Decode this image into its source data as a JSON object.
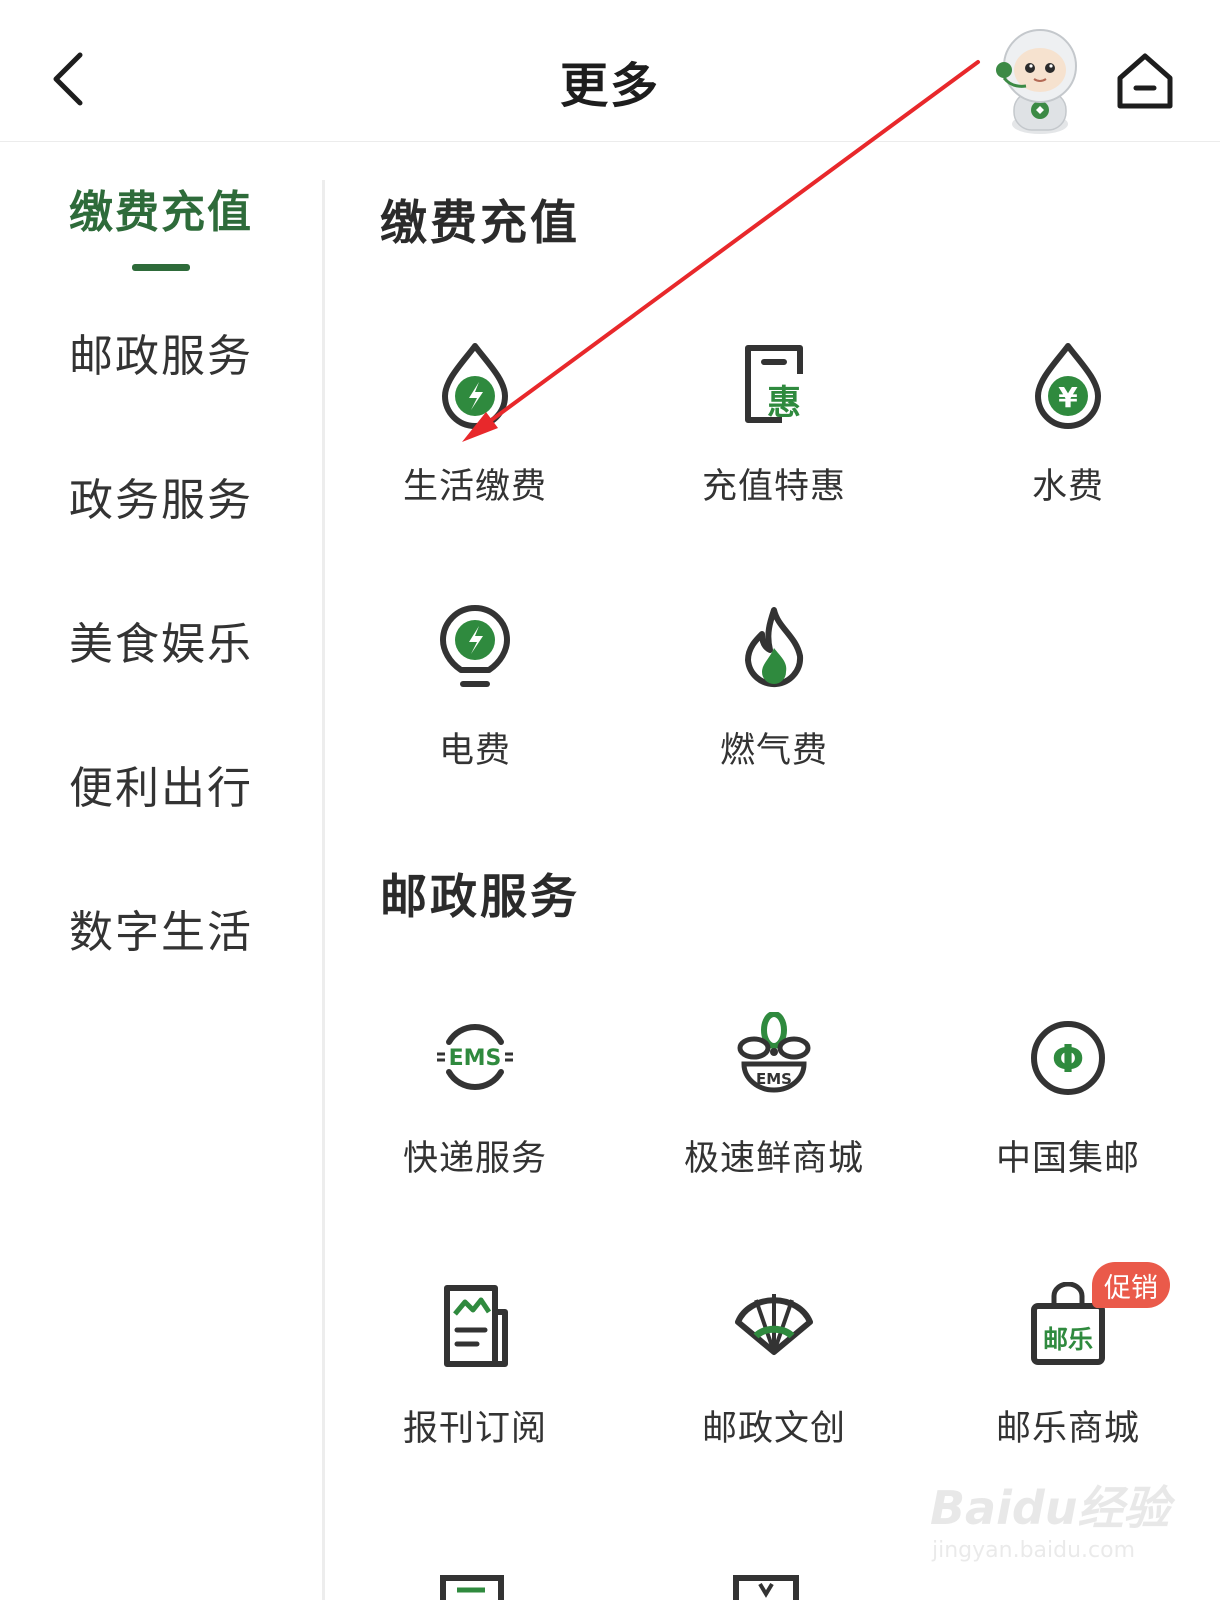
{
  "header": {
    "title": "更多"
  },
  "sidebar": {
    "items": [
      {
        "label": "缴费充值",
        "active": true
      },
      {
        "label": "邮政服务",
        "active": false
      },
      {
        "label": "政务服务",
        "active": false
      },
      {
        "label": "美食娱乐",
        "active": false
      },
      {
        "label": "便利出行",
        "active": false
      },
      {
        "label": "数字生活",
        "active": false
      }
    ]
  },
  "sections": [
    {
      "title": "缴费充值",
      "items": [
        {
          "label": "生活缴费",
          "icon": "lightning-drop-icon"
        },
        {
          "label": "充值特惠",
          "icon": "discount-card-icon"
        },
        {
          "label": "水费",
          "icon": "yuan-drop-icon"
        },
        {
          "label": "电费",
          "icon": "lightbulb-icon"
        },
        {
          "label": "燃气费",
          "icon": "flame-icon"
        }
      ]
    },
    {
      "title": "邮政服务",
      "items": [
        {
          "label": "快递服务",
          "icon": "ems-icon"
        },
        {
          "label": "极速鲜商城",
          "icon": "ems-fresh-icon"
        },
        {
          "label": "中国集邮",
          "icon": "stamp-coin-icon"
        },
        {
          "label": "报刊订阅",
          "icon": "newspaper-icon"
        },
        {
          "label": "邮政文创",
          "icon": "fan-icon"
        },
        {
          "label": "邮乐商城",
          "icon": "shopping-bag-icon",
          "badge": "促销"
        }
      ]
    }
  ],
  "icon_text": {
    "hui": "惠",
    "yuan": "¥",
    "ems": "EMS",
    "phi": "Φ",
    "youle": "邮乐"
  },
  "watermark": {
    "logo": "Baidu经验",
    "url": "jingyan.baidu.com"
  },
  "colors": {
    "accent": "#2e6b3a",
    "icon_green": "#2f8a3e",
    "icon_dark": "#333333",
    "badge": "#ea5a4a",
    "annotation_arrow": "#e8282b"
  }
}
